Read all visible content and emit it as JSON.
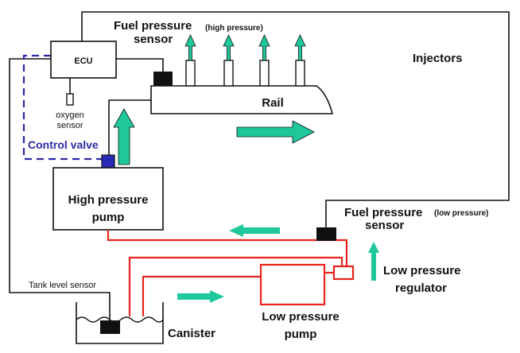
{
  "labels": {
    "ecu": "ECU",
    "fuel_pressure_sensor_top": "Fuel pressure",
    "fuel_pressure_sensor_top_2": "sensor",
    "high_pressure_note": "(high pressure)",
    "injectors": "Injectors",
    "rail": "Rail",
    "oxygen_sensor_1": "oxygen",
    "oxygen_sensor_2": "sensor",
    "control_valve": "Control valve",
    "high_pressure_pump_1": "High pressure",
    "high_pressure_pump_2": "pump",
    "fuel_pressure_sensor_low_1": "Fuel pressure",
    "fuel_pressure_sensor_low_2": "sensor",
    "low_pressure_note": "(low pressure)",
    "low_pressure_regulator_1": "Low pressure",
    "low_pressure_regulator_2": "regulator",
    "tank_level_sensor": "Tank level sensor",
    "canister": "Canister",
    "low_pressure_pump_1": "Low pressure",
    "low_pressure_pump_2": "pump"
  },
  "colors": {
    "wire": "#111111",
    "fuel_line": "#e8231c",
    "control_line": "#2a2aa8",
    "flow_arrow": "#1ec89a",
    "sensor": "#111111",
    "control_valve": "#2a2ab8"
  }
}
